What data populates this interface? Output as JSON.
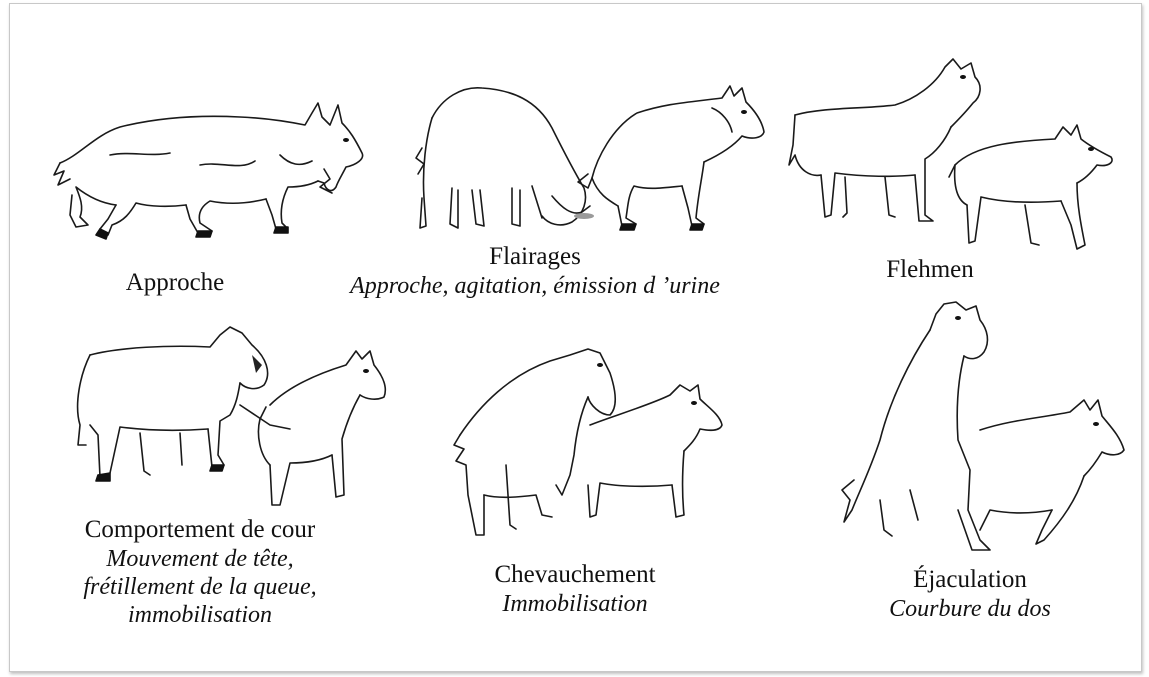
{
  "panels": {
    "approche": {
      "title": "Approche"
    },
    "flairages": {
      "title": "Flairages",
      "subtitle": "Approche, agitation, émission d ’urine"
    },
    "flehmen": {
      "title": "Flehmen"
    },
    "cour": {
      "title": "Comportement de cour",
      "subtitle_lines": [
        "Mouvement de tête,",
        "frétillement de la queue,",
        "immobilisation"
      ]
    },
    "chevauchement": {
      "title": "Chevauchement",
      "subtitle": "Immobilisation"
    },
    "ejaculation": {
      "title": "Éjaculation",
      "subtitle": "Courbure du dos"
    }
  },
  "icons": [
    "goat-approach-icon",
    "goats-sniffing-icon",
    "goats-flehmen-icon",
    "goats-courtship-icon",
    "goats-mounting-icon",
    "goats-ejaculation-icon"
  ]
}
